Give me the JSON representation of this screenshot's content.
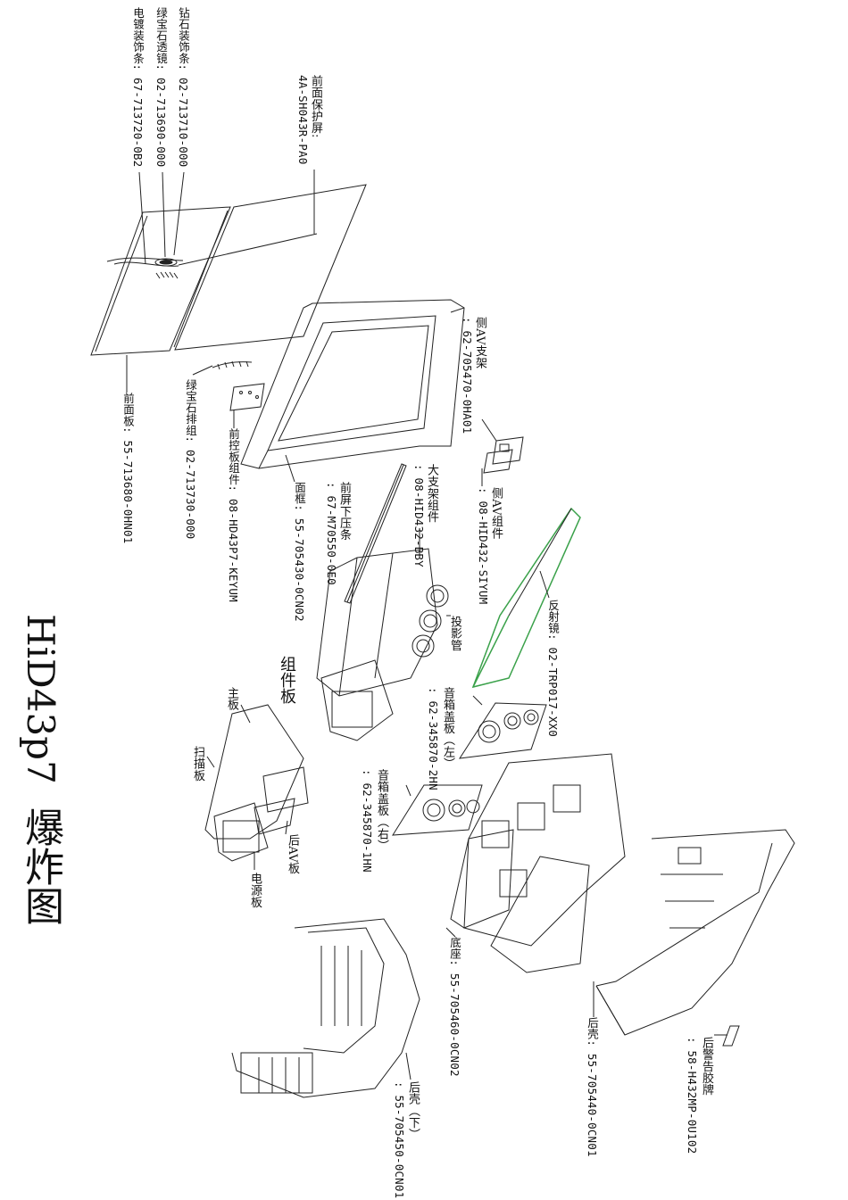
{
  "title": {
    "model": "HiD43p7",
    "suffix": "爆炸图"
  },
  "group_label": "组件板",
  "labels": {
    "diamond_trim": "钻石装饰条: 02-713710-000",
    "emerald_lens": "绿宝石透镜: 02-713690-000",
    "plated_trim": "电镀装饰条: 67-713720-0B2",
    "front_screen_title": "前面保护屏:",
    "front_screen_code": "4A-SH043R-PA0",
    "front_panel": "前面板: 55-713680-0HN01",
    "emerald_bar": "绿宝石排组: 02-713730-000",
    "front_ctrl_board": "前控板组件: 08-HD43P7-KEYUM",
    "face_frame": "面框: 55-705430-0CN02",
    "front_screen_strip_title": "前屏下压条",
    "front_screen_strip_code": ": 67-M70550-0E0",
    "big_bracket_title": "大支架组件",
    "big_bracket_code": ": 08-HID432-BBY",
    "side_av_bracket_title": "侧AV支架",
    "side_av_bracket_code": ": 62-705470-0HA01",
    "side_av_assy_title": "侧AV组件",
    "side_av_assy_code": ": 08-HID432-SIYUM",
    "projection_tube": "投影管",
    "mirror": "反射镜: 02-TRP017-XX0",
    "speaker_cover_left_title": "音箱盖板（左）",
    "speaker_cover_left_code": ": 62-345870-2HN",
    "speaker_cover_right_title": "音箱盖板（右）",
    "speaker_cover_right_code": ": 62-345870-1HN",
    "main_board": "主板",
    "scan_board": "扫描板",
    "rear_av_board": "后AV板",
    "power_board": "电源板",
    "base": "底座: 55-705460-0CN02",
    "rear_shell": "后壳: 55-705440-0CN01",
    "rear_warning_title": "后警告胶牌",
    "rear_warning_code": ": 58-H432MP-0U102",
    "rear_shell_lower_title": "后壳（下）",
    "rear_shell_lower_code": ": 55-705450-0CN01"
  },
  "colors": {
    "line": "#222222",
    "accent_green": "#3aa14a",
    "background": "#ffffff"
  }
}
